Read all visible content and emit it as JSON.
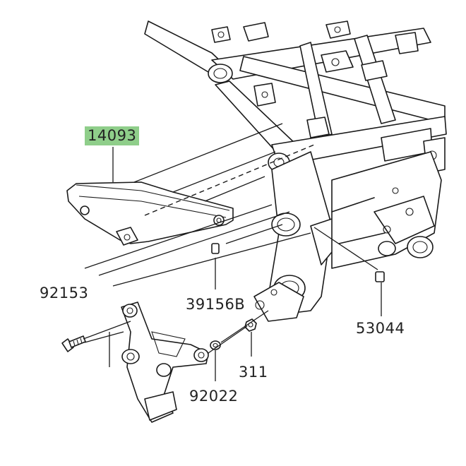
{
  "parts": [
    {
      "id": "part-14093",
      "number": "14093",
      "highlighted": true
    },
    {
      "id": "part-92153",
      "number": "92153",
      "highlighted": false
    },
    {
      "id": "part-39156B",
      "number": "39156B",
      "highlighted": false
    },
    {
      "id": "part-53044",
      "number": "53044",
      "highlighted": false
    },
    {
      "id": "part-311",
      "number": "311",
      "highlighted": false
    },
    {
      "id": "part-92022",
      "number": "92022",
      "highlighted": false
    }
  ],
  "colors": {
    "highlight": "#8fce8a",
    "line": "#1a1a1a",
    "background": "#ffffff"
  }
}
